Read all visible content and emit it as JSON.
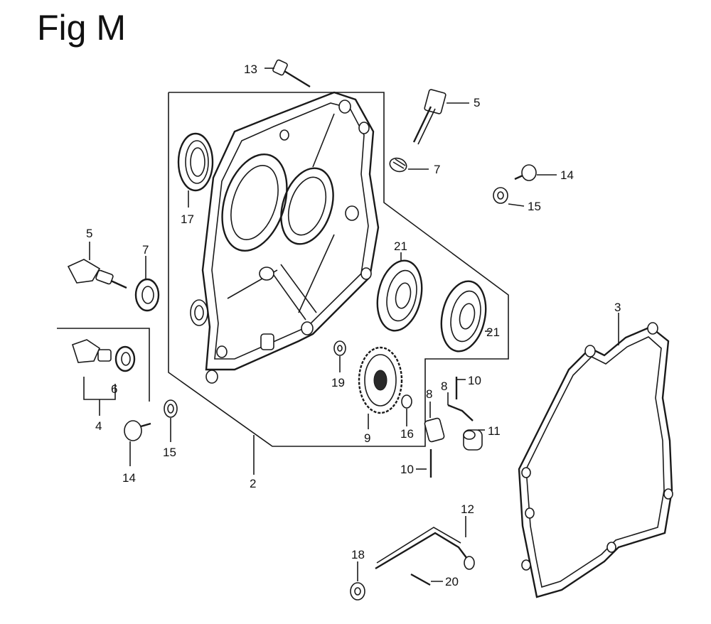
{
  "figure": {
    "title": "Fig M"
  },
  "labels": {
    "p13": "13",
    "p5a": "5",
    "p7a": "7",
    "p14a": "14",
    "p15a": "15",
    "p17": "17",
    "p21a": "21",
    "p21b": "21",
    "p5b": "5",
    "p7b": "7",
    "p6": "6",
    "p4": "4",
    "p14b": "14",
    "p15b": "15",
    "p19": "19",
    "p9": "9",
    "p16": "16",
    "p8a": "8",
    "p8b": "8",
    "p10a": "10",
    "p11": "11",
    "p10b": "10",
    "p2": "2",
    "p3": "3",
    "p12": "12",
    "p18": "18",
    "p20": "20"
  }
}
